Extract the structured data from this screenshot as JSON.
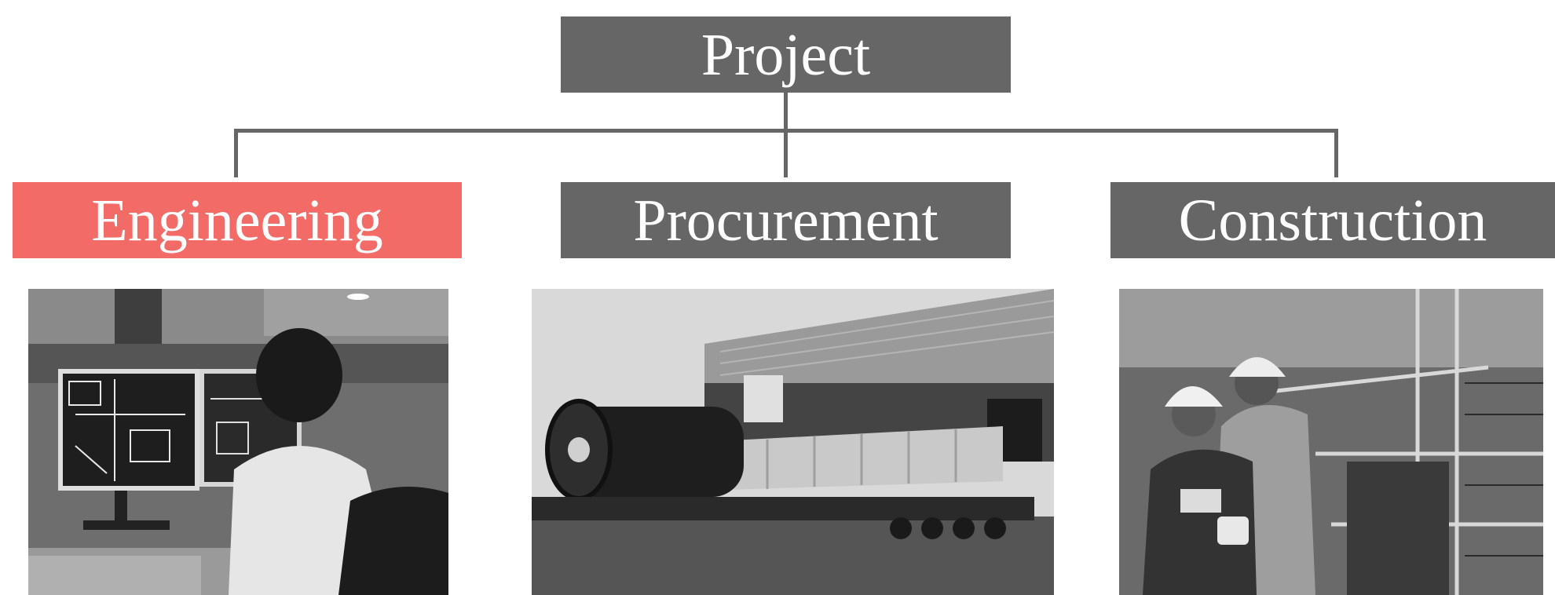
{
  "root": {
    "label": "Project"
  },
  "phases": [
    {
      "label": "Engineering",
      "color": "#f26b67",
      "photo": "engineer-at-cad-workstation"
    },
    {
      "label": "Procurement",
      "color": "#666666",
      "photo": "pressure-vessel-on-trailer"
    },
    {
      "label": "Construction",
      "color": "#666666",
      "photo": "workers-at-foundation-formwork"
    }
  ]
}
